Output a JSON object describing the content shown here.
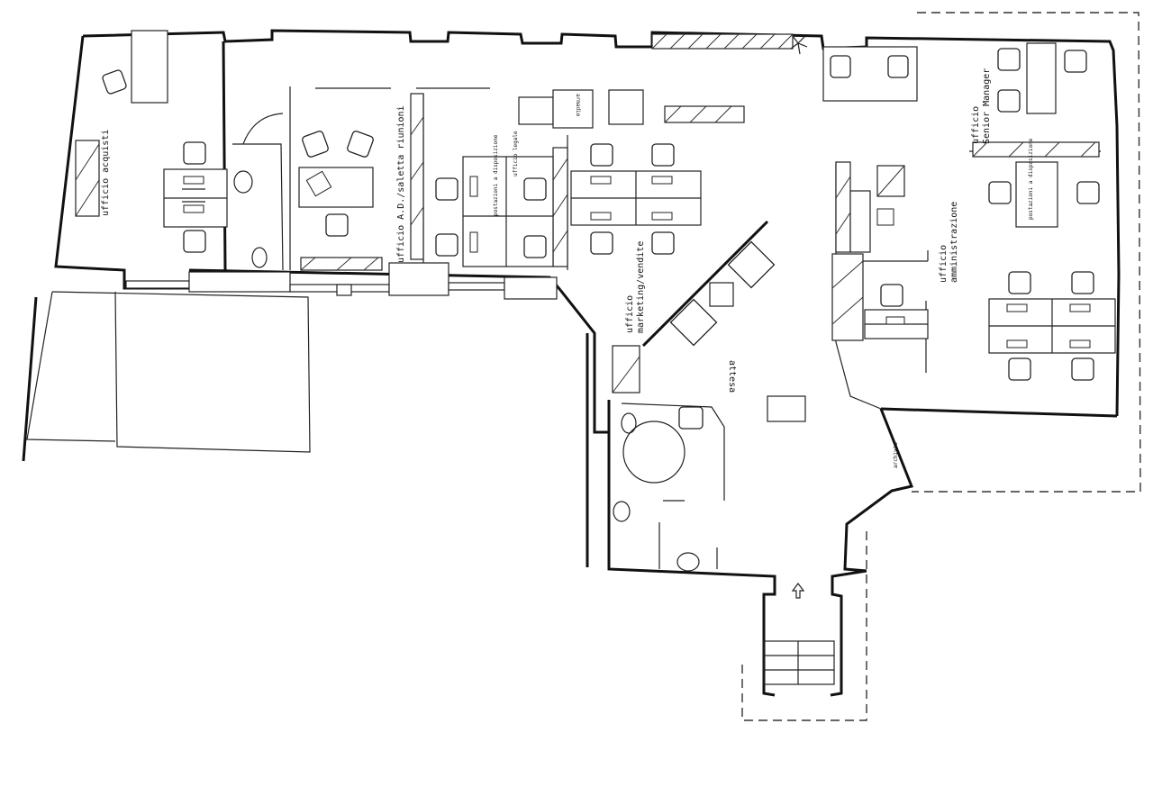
{
  "rooms": {
    "acquisti": "ufficio acquisti",
    "ad_riunioni": "ufficio A.D./saletta riunioni",
    "legale": "ufficio legale",
    "postazioni_1": "postazioni a disposizione",
    "marketing_line1": "ufficio",
    "marketing_line2": "marketing/vendite",
    "attesa": "attesa",
    "senior_line1": "ufficio",
    "senior_line2": "Senior Manager",
    "postazioni_2": "postazioni a disposizione",
    "amministrazione_line1": "ufficio",
    "amministrazione_line2": "amministrazione",
    "armadio": "armadio",
    "archivio": "archivio"
  },
  "colors": {
    "ink": "#111111",
    "paper": "#ffffff"
  },
  "icons": [
    "chair-icon",
    "computer-icon",
    "toilet-icon",
    "sink-icon",
    "entrance-arrow-icon",
    "stairs-icon",
    "plant-icon"
  ]
}
